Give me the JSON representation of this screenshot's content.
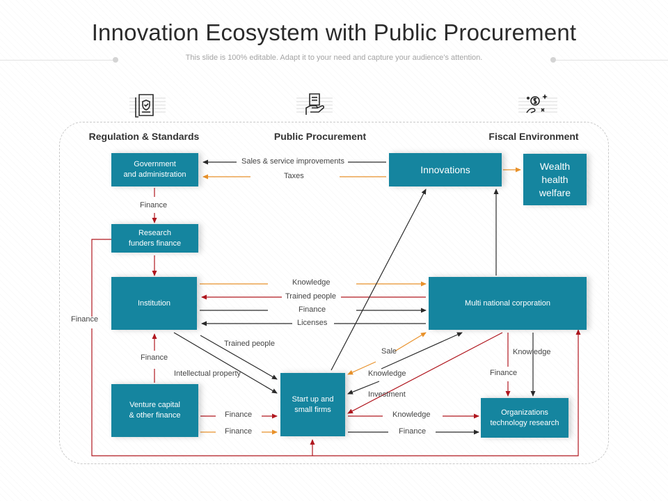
{
  "slide": {
    "title": "Innovation Ecosystem with Public Procurement",
    "subtitle": "This slide is 100% editable. Adapt it to your need and capture your audience’s attention."
  },
  "columns": {
    "regulation": "Regulation & Standards",
    "procurement": "Public Procurement",
    "fiscal": "Fiscal Environment"
  },
  "icons": {
    "regulation": "certificate-document-icon",
    "procurement": "procurement-hand-document-icon",
    "fiscal": "dollar-coin-hand-icon"
  },
  "nodes": {
    "government": "Government\nand administration",
    "research": "Research\nfunders finance",
    "institution": "Institution",
    "venture": "Venture capital\n& other finance",
    "startup": "Start up and\nsmall firms",
    "innovations": "Innovations",
    "wealth": "Wealth\nhealth\nwelfare",
    "multinational": "Multi national corporation",
    "org_research": "Organizations\ntechnology research"
  },
  "labels": {
    "sales_service": "Sales & service improvements",
    "taxes": "Taxes",
    "finance_gov_research": "Finance",
    "finance_left_loop": "Finance",
    "knowledge_inst_mnc": "Knowledge",
    "trained_people_inst_mnc": "Trained people",
    "finance_inst_mnc": "Finance",
    "licenses": "Licenses",
    "trained_people_inst_startup": "Trained people",
    "finance_venture_inst": "Finance",
    "intellectual_property": "Intellectual property",
    "sale": "Sale",
    "knowledge_mnc_startup": "Knowledge",
    "investment": "Investment",
    "finance_mnc_org": "Finance",
    "knowledge_mnc_org": "Knowledge",
    "finance_venture_startup_1": "Finance",
    "finance_venture_startup_2": "Finance",
    "knowledge_startup_org": "Knowledge",
    "finance_startup_org": "Finance"
  },
  "colors": {
    "node": "#15859f",
    "arrow_dark": "#2a2a2a",
    "arrow_red": "#b0171f",
    "arrow_orange": "#e8912a"
  }
}
